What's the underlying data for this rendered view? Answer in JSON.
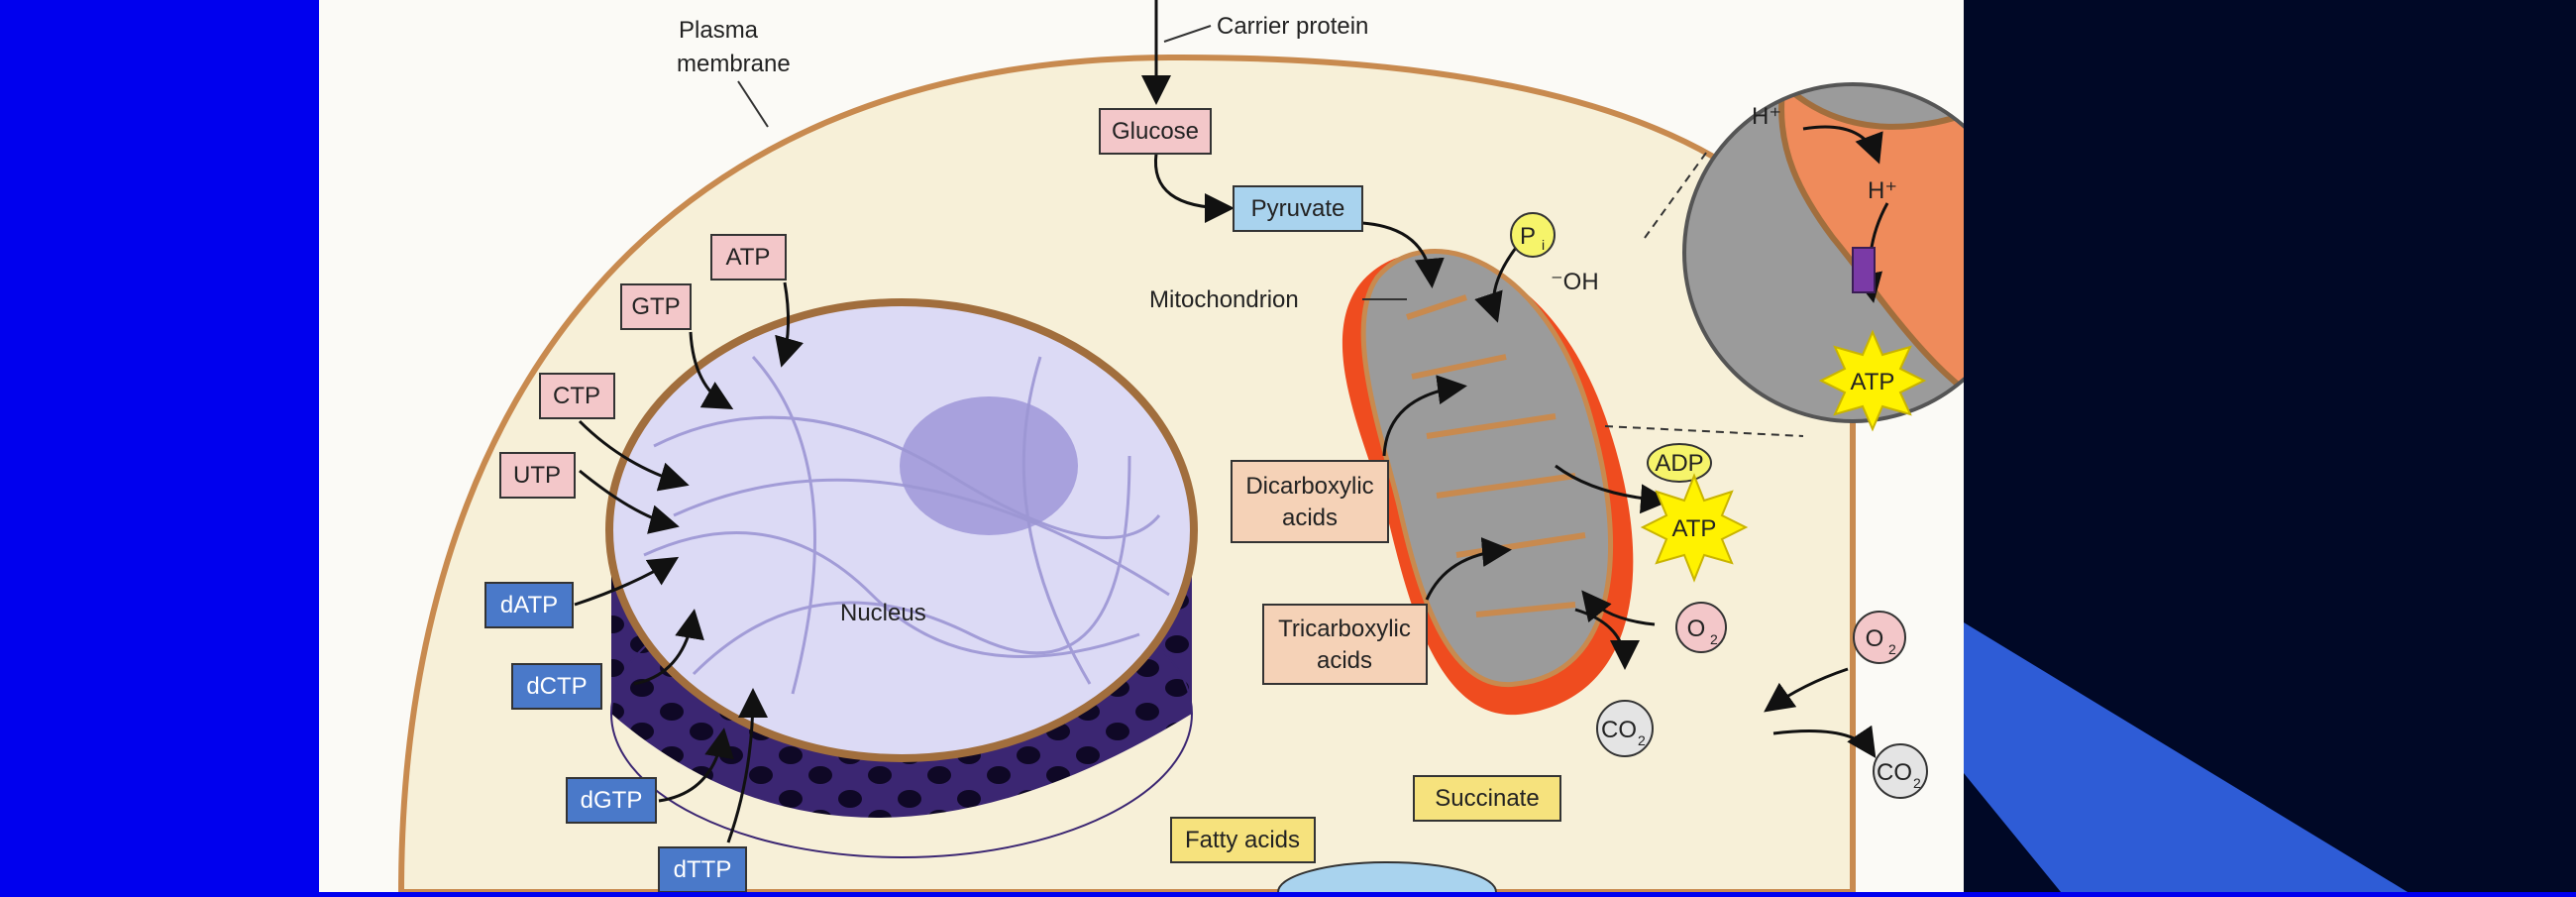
{
  "colors": {
    "slide_bg": "#0000ee",
    "right_dark": "#000826",
    "accent_blue": "#2e5cd6",
    "cell_fill": "#f7f0d8",
    "pink_box": "#f3c7c9",
    "blue_box": "#4a79c9",
    "cyan_box": "#a9d3ee",
    "peach_box": "#f5d2b7",
    "yellow_box": "#f6e27d",
    "mito_outer": "#ef4c1f",
    "mito_inner": "#9b9b9b",
    "nucleus_fill": "#dcdaf5",
    "nucleus_side": "#3b2672"
  },
  "labels": {
    "plasma_membrane_1": "Plasma",
    "plasma_membrane_2": "membrane",
    "carrier_protein": "Carrier protein",
    "glucose": "Glucose",
    "pyruvate": "Pyruvate",
    "mitochondrion": "Mitochondrion",
    "pi": "P",
    "pi_sub": "i",
    "oh": "⁻OH",
    "atp_top": "ATP",
    "gtp": "GTP",
    "ctp": "CTP",
    "utp": "UTP",
    "datp": "dATP",
    "dctp": "dCTP",
    "dgtp": "dGTP",
    "dttp": "dTTP",
    "nucleus": "Nucleus",
    "dicarboxylic_1": "Dicarboxylic",
    "dicarboxylic_2": "acids",
    "tricarboxylic_1": "Tricarboxylic",
    "tricarboxylic_2": "acids",
    "adp": "ADP",
    "atp_mito": "ATP",
    "o2_inside": "O",
    "o2_outside": "O",
    "co2_inside": "CO",
    "co2_outside": "CO",
    "sub2": "2",
    "fatty_acids": "Fatty acids",
    "succinate": "Succinate",
    "h_plus_1": "H⁺",
    "h_plus_2": "H⁺",
    "atp_zoom": "ATP"
  }
}
